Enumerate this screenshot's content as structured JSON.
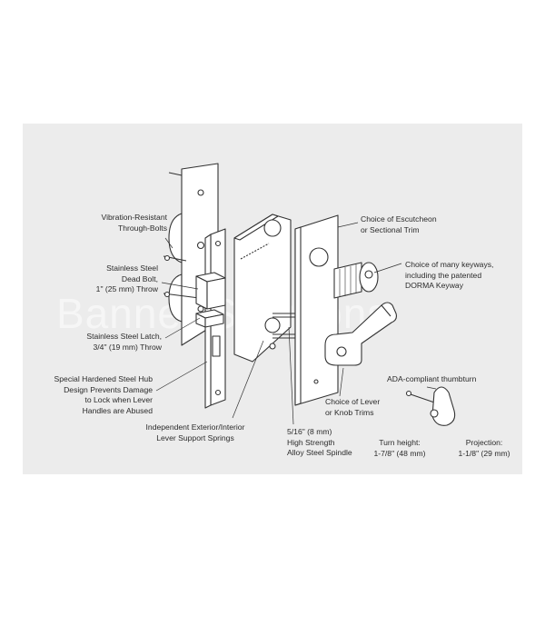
{
  "watermark": "Banner Solutions",
  "labels": {
    "through_bolts": "Vibration-Resistant\nThrough-Bolts",
    "dead_bolt": "Stainless Steel\nDead Bolt,\n1\" (25 mm) Throw",
    "latch": "Stainless Steel Latch,\n3/4\" (19 mm) Throw",
    "hub": "Special Hardened Steel Hub\nDesign Prevents Damage\nto Lock when Lever\nHandles are Abused",
    "springs": "Independent Exterior/Interior\nLever Support Springs",
    "spindle": "5/16\" (8 mm)\nHigh Strength\nAlloy Steel Spindle",
    "escutcheon": "Choice of Escutcheon\nor Sectional Trim",
    "keyways": "Choice of many keyways,\nincluding the patented\nDORMA Keyway",
    "lever": "Choice of Lever\nor Knob Trims",
    "thumbturn": "ADA-compliant thumbturn",
    "turn_height": "Turn height:\n1-7/8\" (48 mm)",
    "projection": "Projection:\n1-1/8\" (29 mm)"
  }
}
